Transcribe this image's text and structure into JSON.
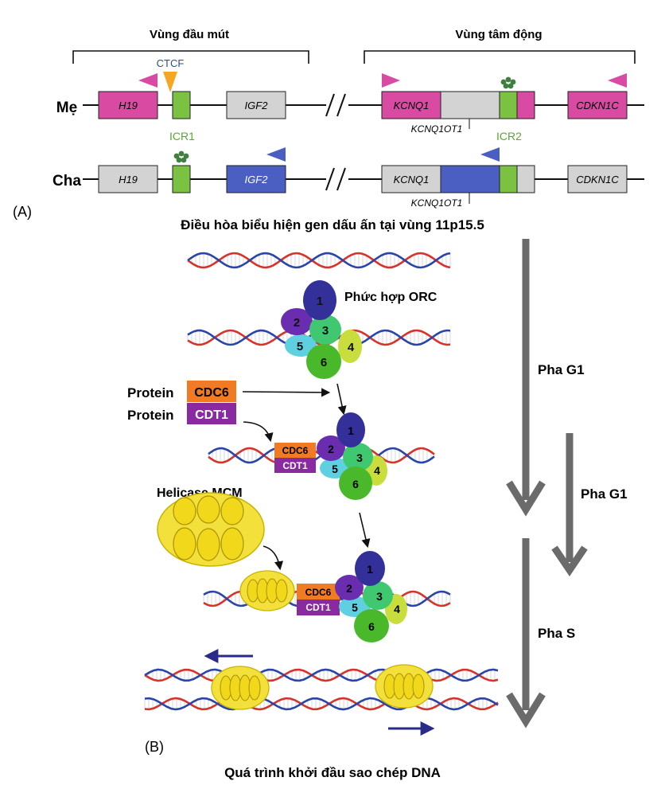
{
  "panelA": {
    "label": "(A)",
    "title": "Điều hòa biểu hiện gen dấu ấn tại vùng 11p15.5",
    "region_telomeric": "Vùng đầu mút",
    "region_centromeric": "Vùng tâm động",
    "maternal_label": "Mẹ",
    "paternal_label": "Cha",
    "ctcf": "CTCF",
    "icr1": "ICR1",
    "icr2": "ICR2",
    "genes": {
      "h19": "H19",
      "igf2": "IGF2",
      "kcnq1": "KCNQ1",
      "kcnq1ot1": "KCNQ1OT1",
      "cdkn1c": "CDKN1C"
    }
  },
  "panelB": {
    "label": "(B)",
    "title": "Quá trình khởi đầu sao chép DNA",
    "orc_label": "Phức hợp ORC",
    "protein_word": "Protein",
    "cdc6": "CDC6",
    "cdt1": "CDT1",
    "helicase": "Helicase MCM",
    "subunits": [
      "1",
      "2",
      "3",
      "4",
      "5",
      "6"
    ],
    "phase_g1_main": "Pha G1",
    "phase_g1_second": "Pha G1",
    "phase_s": "Pha S"
  },
  "colors": {
    "maternal_gene": "#d94aa3",
    "paternal_gene": "#4a5fc1",
    "inactive_gene": "#d3d3d3",
    "icr": "#7cc242",
    "ctcf": "#f6a623",
    "methyl": "#3f7f3f",
    "cdc6": "#f07b22",
    "cdt1": "#8a2aa0",
    "helicase": "#f4e03a",
    "phase_arrow": "#6b6b6b",
    "dna_red": "#d6332a",
    "dna_blue": "#2a45a8"
  }
}
